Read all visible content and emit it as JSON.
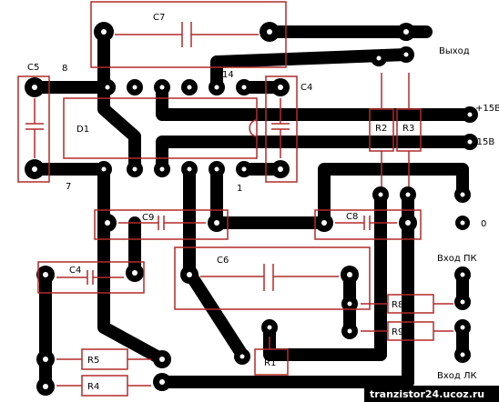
{
  "colors": {
    "background": "#ffffff",
    "track": "#000000",
    "outline": "#b22a2a",
    "watermark_bg": "#000000",
    "watermark_text": "#ffffff"
  },
  "labels": {
    "c7": "C7",
    "c5": "C5",
    "c4_top": "C4",
    "d1": "D1",
    "pin8": "8",
    "pin14": "14",
    "pin7": "7",
    "pin1": "1",
    "r2": "R2",
    "r3": "R3",
    "c9": "C9",
    "c8": "C8",
    "c4_left": "C4",
    "c6": "C6",
    "r8": "R8",
    "r9": "R9",
    "r5": "R5",
    "r4": "R4",
    "r1": "R1"
  },
  "terminals": {
    "out": "Выход",
    "plus15": "+15В",
    "minus15": "-15В",
    "zero": "0",
    "in_pk": "Вход ПК",
    "in_lk": "Вход ЛК"
  },
  "watermark": "tranzistor24.ucoz.ru"
}
